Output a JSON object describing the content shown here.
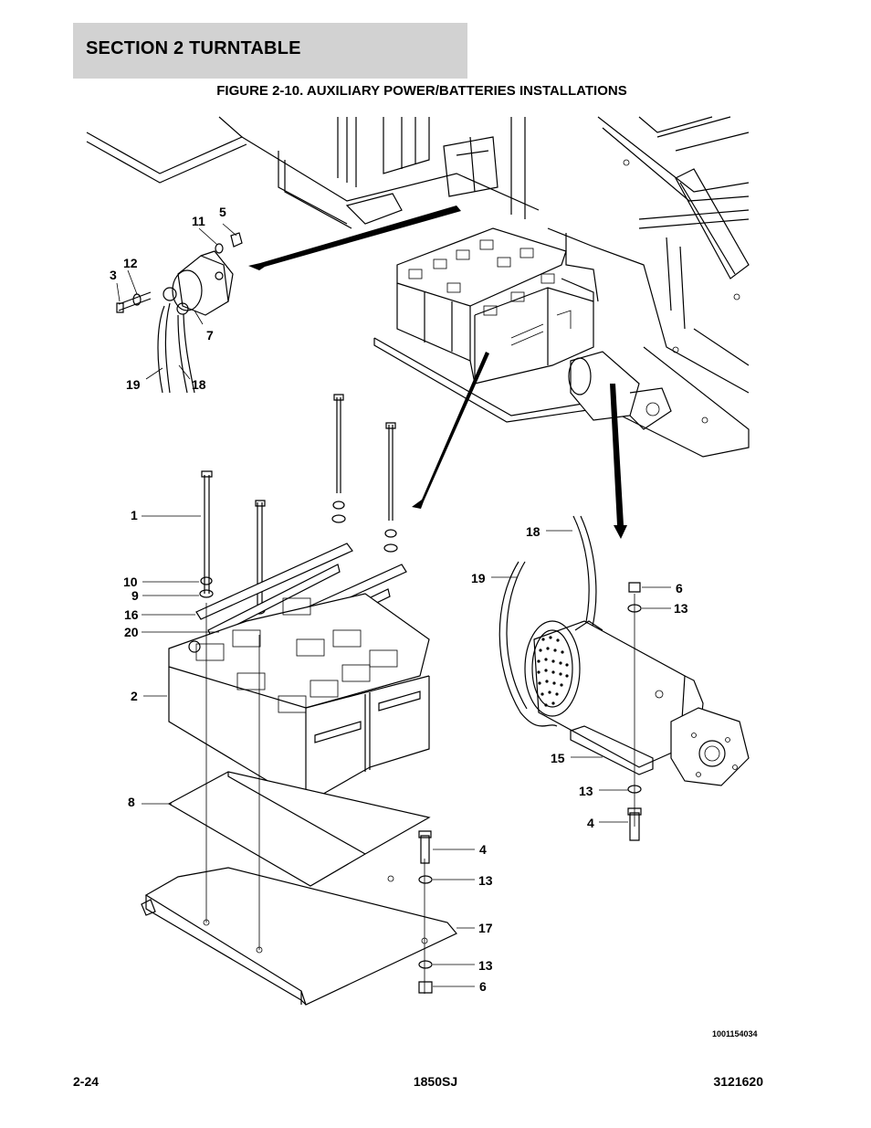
{
  "header": {
    "section": "SECTION 2   TURNTABLE",
    "figure_title": "FIGURE 2-10. AUXILIARY POWER/BATTERIES INSTALLATIONS"
  },
  "figure": {
    "drawing_number": "1001154034",
    "callouts": {
      "c5": "5",
      "c11": "11",
      "c12": "12",
      "c3": "3",
      "c7": "7",
      "c19a": "19",
      "c18a": "18",
      "c1": "1",
      "c10": "10",
      "c9": "9",
      "c16": "16",
      "c20": "20",
      "c2": "2",
      "c8": "8",
      "c4a": "4",
      "c13a": "13",
      "c17": "17",
      "c13b": "13",
      "c6a": "6",
      "c18b": "18",
      "c19b": "19",
      "c6b": "6",
      "c13c": "13",
      "c15": "15",
      "c13d": "13",
      "c4b": "4"
    }
  },
  "footer": {
    "page": "2-24",
    "model": "1850SJ",
    "doc_number": "3121620"
  }
}
